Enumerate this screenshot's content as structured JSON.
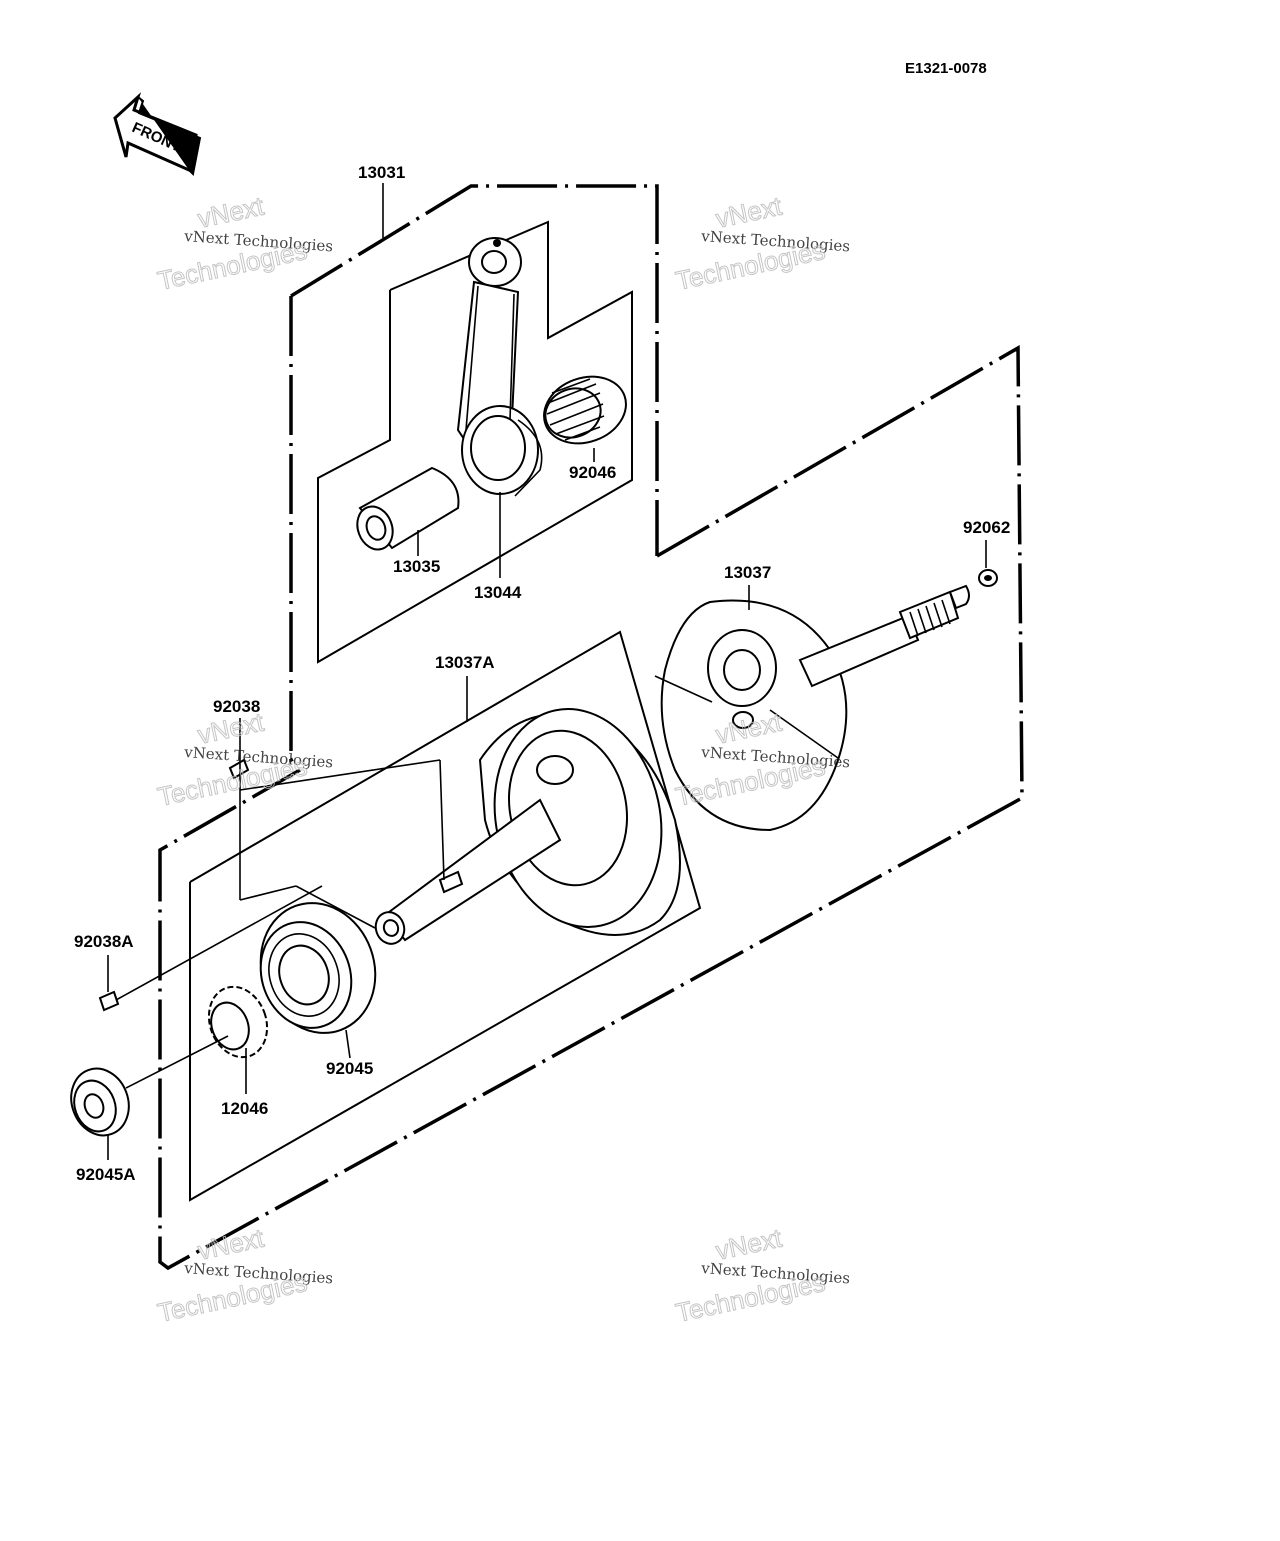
{
  "reference": "E1321-0078",
  "front_label": "FRONT",
  "parts": {
    "p13031": "13031",
    "p92046": "92046",
    "p13035": "13035",
    "p13044": "13044",
    "p92062": "92062",
    "p13037": "13037",
    "p13037A": "13037A",
    "p92038": "92038",
    "p92038A": "92038A",
    "p92045": "92045",
    "p12046": "12046",
    "p92045A": "92045A"
  },
  "watermark": {
    "line1": "vNext Technologies",
    "big_a": "vNext",
    "big_b": "Technologies"
  }
}
